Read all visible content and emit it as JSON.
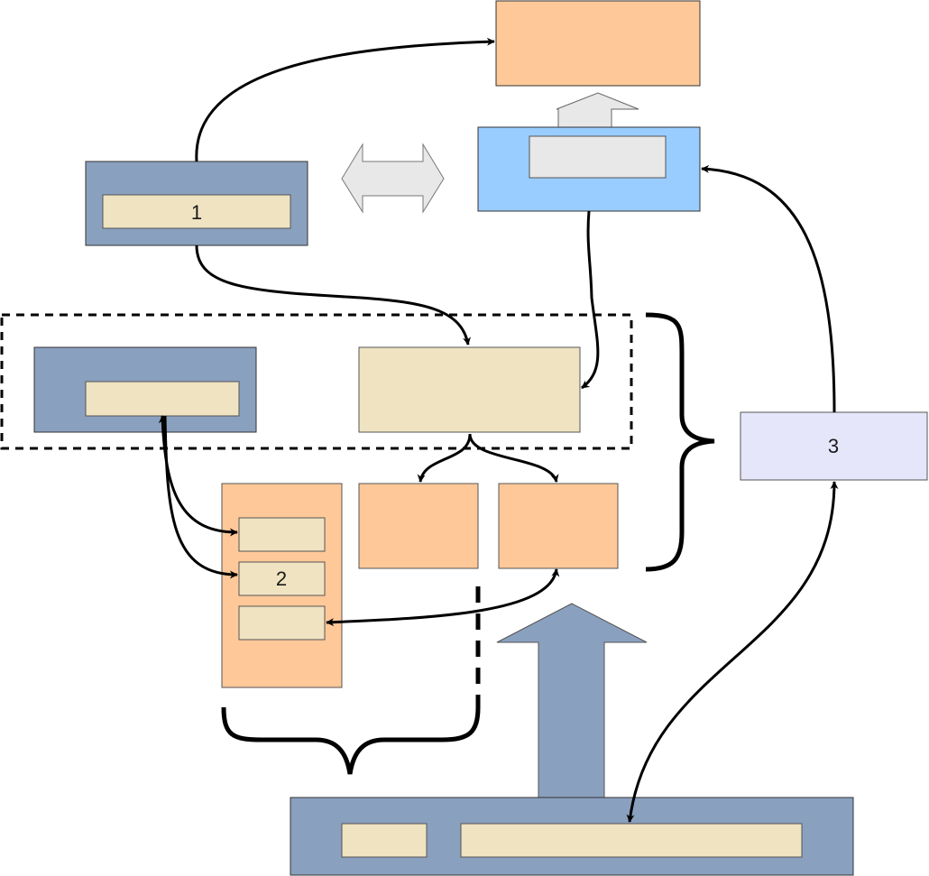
{
  "labels": {
    "node_1": "1",
    "node_2": "2",
    "node_3": "3"
  },
  "colors": {
    "slate_blue": "#8aa0bf",
    "cream": "#efe3c1",
    "peach": "#ffc899",
    "light_blue": "#99ccff",
    "light_gray": "#e8e8e8",
    "lavender": "#e6e6fb",
    "stroke": "#000000"
  }
}
